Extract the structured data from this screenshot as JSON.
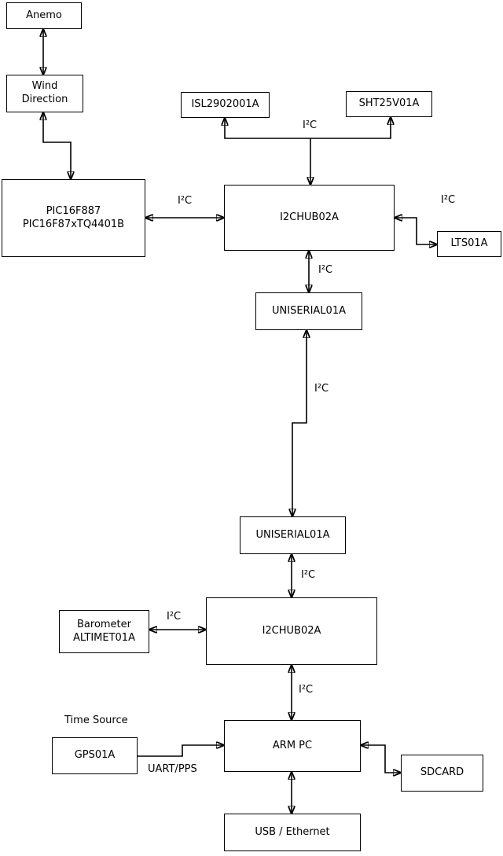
{
  "diagram": {
    "nodes": {
      "anemo": "Anemo",
      "wind_direction": "Wind\nDirection",
      "pic": "PIC16F887\nPIC16F87xTQ4401B",
      "isl": "ISL2902001A",
      "sht": "SHT25V01A",
      "i2chub_top": "I2CHUB02A",
      "lts": "LTS01A",
      "uniserial_top": "UNISERIAL01A",
      "uniserial_bottom": "UNISERIAL01A",
      "i2chub_bottom": "I2CHUB02A",
      "barometer": "Barometer\nALTIMET01A",
      "arm_pc": "ARM PC",
      "gps": "GPS01A",
      "sdcard": "SDCARD",
      "usb_ethernet": "USB / Ethernet"
    },
    "edge_labels": {
      "pic_hub": "I²C",
      "sensor_bus": "I²C",
      "hub_lts": "I²C",
      "hub_uniserial": "I²C",
      "uniserial_link": "I²C",
      "uniserial_hub2": "I²C",
      "barometer_hub2": "I²C",
      "hub2_armpc": "I²C",
      "time_source": "Time Source",
      "uart_pps": "UART/PPS"
    }
  }
}
